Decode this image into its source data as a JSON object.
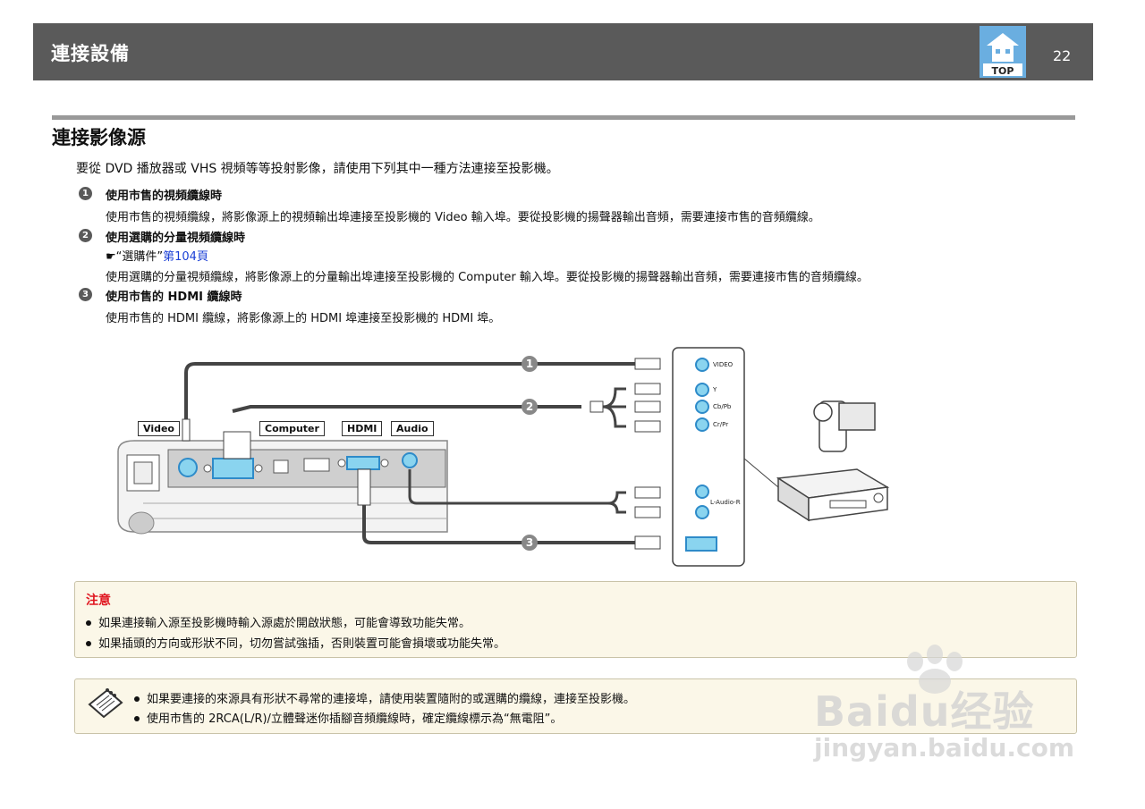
{
  "header": {
    "title": "連接設備",
    "page_number": "22",
    "top_label": "TOP"
  },
  "section": {
    "title": "連接影像源"
  },
  "intro": "要從 DVD 播放器或 VHS 視頻等等投射影像，請使用下列其中一種方法連接至投影機。",
  "items": [
    {
      "number": "1",
      "heading": "使用市售的視頻纜線時",
      "desc": "使用市售的視頻纜線，將影像源上的視頻輸出埠連接至投影機的 Video 輸入埠。要從投影機的揚聲器輸出音頻，需要連接市售的音頻纜線。"
    },
    {
      "number": "2",
      "heading": "使用選購的分量視頻纜線時",
      "ref_prefix": "☛“選購件”",
      "ref_link": "第104頁",
      "desc": "使用選購的分量視頻纜線，將影像源上的分量輸出埠連接至投影機的 Computer 輸入埠。要從投影機的揚聲器輸出音頻，需要連接市售的音頻纜線。"
    },
    {
      "number": "3",
      "heading": "使用市售的 HDMI 纜線時",
      "desc": "使用市售的 HDMI 纜線，將影像源上的 HDMI 埠連接至投影機的 HDMI 埠。"
    }
  ],
  "diagram": {
    "callouts": [
      "Video",
      "Computer",
      "HDMI",
      "Audio"
    ],
    "cable_numbers": [
      "1",
      "2",
      "3"
    ],
    "source_ports": [
      "VIDEO",
      "Y",
      "Cb/Pb",
      "Cr/Pr",
      "L-Audio-R"
    ]
  },
  "note": {
    "title": "注意",
    "lines": [
      "如果連接輸入源至投影機時輸入源處於開啟狀態，可能會導致功能失常。",
      "如果插頭的方向或形狀不同，切勿嘗試強插，否則裝置可能會損壞或功能失常。"
    ]
  },
  "tip": {
    "lines": [
      "如果要連接的來源具有形狀不尋常的連接埠，請使用裝置隨附的或選購的纜線，連接至投影機。",
      "使用市售的 2RCA(L/R)/立體聲迷你插腳音頻纜線時，確定纜線標示為“無電阻”。"
    ]
  },
  "watermark": {
    "brand": "Baidu经验",
    "url": "jingyan.baidu.com"
  },
  "colors": {
    "header_bg": "#5a5a5a",
    "accent_blue": "#2e8bc9",
    "port_cyan": "#8ad4ef",
    "note_bg": "#fbf7e8",
    "warning_red": "#e0141e"
  }
}
